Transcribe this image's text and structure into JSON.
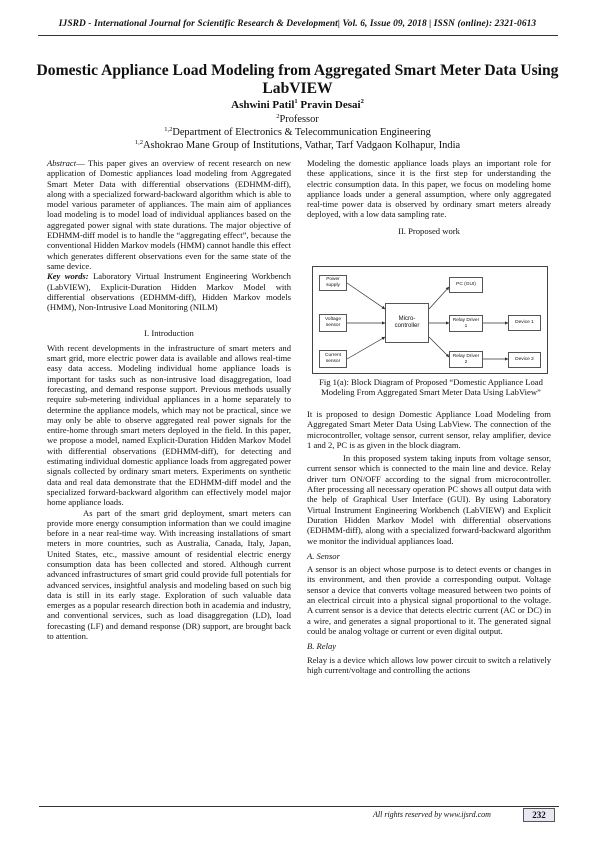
{
  "header": {
    "journal": "IJSRD - International Journal for Scientific Research & Development| Vol. 6, Issue 09, 2018 | ISSN (online): 2321-0613"
  },
  "paper": {
    "title": "Domestic Appliance Load Modeling from Aggregated Smart Meter Data Using LabVIEW",
    "author1": "Ashwini Patil",
    "author1_sup": "1",
    "author2": "Pravin Desai",
    "author2_sup": "2",
    "role_sup": "2",
    "role": "Professor",
    "dept_sup": "1,2",
    "dept": "Department of Electronics & Telecommunication Engineering",
    "inst_sup": "1,2",
    "inst": "Ashokrao Mane Group of Institutions, Vathar, Tarf Vadgaon Kolhapur, India"
  },
  "abstract": {
    "label": "Abstract",
    "dash": "— ",
    "text": "This paper gives an overview of recent research on new application of Domestic appliances load modeling from Aggregated Smart Meter Data with differential observations (EDHMM-diff), along with a specialized forward-backward algorithm which is able to model various parameter of appliances. The main aim of appliances load modeling is to model load of individual appliances based on the aggregated power signal with state durations. The major objective of EDHMM-diff model is to handle the “aggregating effect”, because the conventional Hidden Markov models (HMM) cannot handle this effect which generates different observations even for the same state of the same device.",
    "keywords_label": "Key words:",
    "keywords": " Laboratory Virtual Instrument Engineering Workbench (LabVIEW), Explicit-Duration Hidden Markov Model with differential observations (EDHMM-diff), Hidden Markov models (HMM), Non-Intrusive Load Monitoring (NILM)"
  },
  "intro": {
    "heading": "I. Introduction",
    "p1": "With recent developments in the infrastructure of smart meters and smart grid, more electric power data is available and allows real-time easy data access. Modeling individual home appliance loads is important for tasks such as non-intrusive load disaggregation, load forecasting, and demand response support. Previous methods usually require sub-metering individual appliances in a home separately to determine the appliance models, which may not be practical, since we may only be able to observe aggregated real power signals for the entire-home through smart meters deployed in the field. In this paper, we propose a model, named Explicit-Duration Hidden Markov Model with differential observations (EDHMM-diff), for detecting and estimating individual domestic appliance loads from aggregated power signals collected by ordinary smart meters. Experiments on synthetic data and real data demonstrate that the EDHMM-diff model and the specialized forward-backward algorithm can effectively model major home appliance loads.",
    "p2": "As part of the smart grid deployment, smart meters can provide more energy consumption information than we could imagine before in a near real-time way. With increasing installations of smart meters in more countries, such as Australia, Canada, Italy, Japan, United States, etc., massive amount of residential electric energy consumption data has been collected and stored. Although current advanced infrastructures of smart grid could provide full potentials for advanced services, insightful analysis and modeling based on such big data is still in its early stage. Exploration of such valuable data emerges as a popular research direction both in academia and industry, and conventional services, such as load disaggregation (LD), load forecasting (LF) and demand response (DR) support, are brought back to attention.",
    "p3": "Modeling the domestic appliance loads plays an important role for these applications, since it is the first step for understanding the electric consumption data. In this paper, we focus on modeling home appliance loads under a general assumption, where only aggregated real-time power data is observed by ordinary smart meters already deployed, with a low data sampling rate."
  },
  "proposed": {
    "heading": "II. Proposed work",
    "caption": "Fig 1(a): Block Diagram of Proposed “Domestic Appliance Load Modeling From Aggregated Smart Meter Data Using LabView”",
    "p1": "It is proposed to design Domestic Appliance Load Modeling from Aggregated Smart Meter Data Using LabView. The connection of the microcontroller, voltage sensor, current sensor, relay amplifier, device 1 and 2, PC is as given in the block diagram.",
    "p2": "In this proposed system taking inputs from voltage sensor, current sensor which is connected to the main line and device. Relay driver turn ON/OFF according to the signal from microcontroller. After processing all necessary operation PC shows all output data with the help of Graphical User Interface (GUI). By using Laboratory Virtual Instrument Engineering Workbench (LabVIEW) and Explicit Duration Hidden Markov Model with differential observations (EDHMM-diff), along with a specialized forward-backward algorithm we monitor the individual appliances load."
  },
  "sensor": {
    "heading": "A. Sensor",
    "p": "A sensor is an object whose purpose is to detect events or changes in its environment, and then provide a corresponding output. Voltage sensor a device that converts voltage measured between two points of an electrical circuit into a physical signal proportional to the voltage. A current sensor is a device that detects electric current (AC or DC) in a wire, and generates a signal proportional to it. The generated signal could be analog voltage or current or even digital output."
  },
  "relay": {
    "heading": "B. Relay",
    "p": "Relay is a device which allows low power circuit to switch a relatively high current/voltage and controlling the actions"
  },
  "diagram": {
    "power": "Power supply",
    "voltage": "Voltage sensor",
    "current": "Current sensor",
    "micro": "Micro-controller",
    "pc": "PC (GUI)",
    "relay1": "Relay Driver 1",
    "relay2": "Relay Driver 2",
    "device1": "Device 1",
    "device2": "Device 2"
  },
  "footer": {
    "copyright": "All rights reserved by www.ijsrd.com",
    "page": "232"
  }
}
